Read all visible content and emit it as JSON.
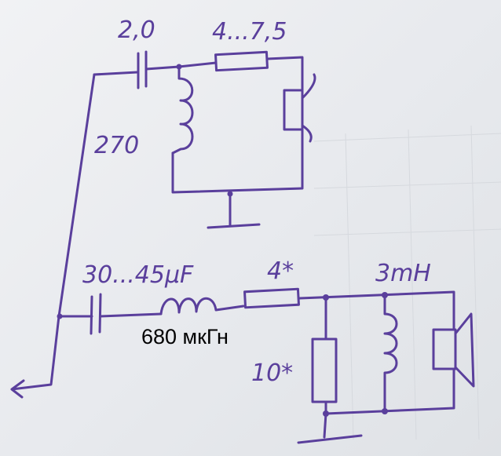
{
  "labels": {
    "top_capacitor": "2,0",
    "top_resistor": "4...7,5",
    "top_inductor": "270",
    "bottom_capacitor": "30...45μF",
    "series_resistor": "4*",
    "shunt_inductor": "3mH",
    "shunt_resistor": "10*",
    "series_inductor_printed": "680 мкГн"
  },
  "colors": {
    "ink": "#5a3f9c",
    "paper": "#eceef1"
  }
}
